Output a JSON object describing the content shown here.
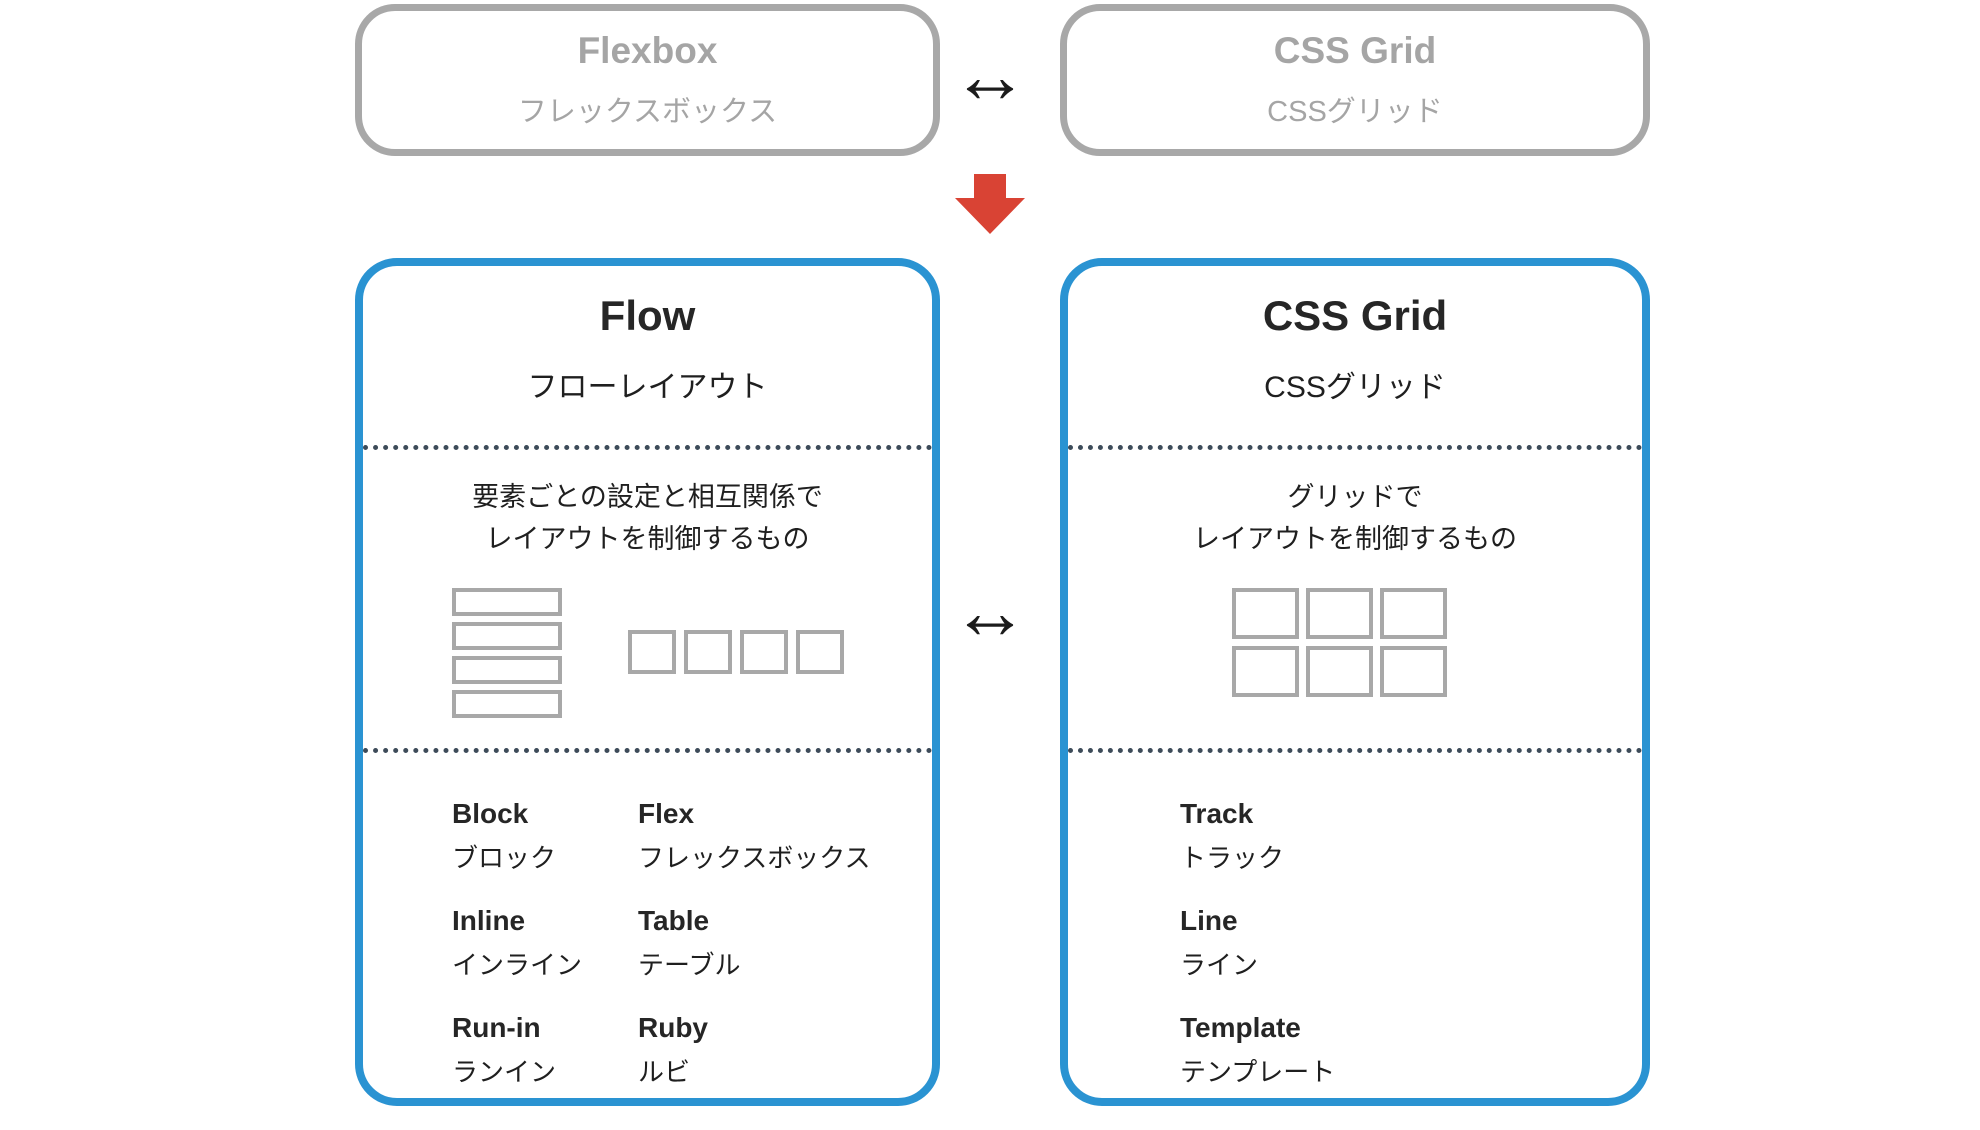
{
  "colors": {
    "blue_border": "#2a93d2",
    "gray_border": "#a8a8a8",
    "gray_text": "#a5a5a5",
    "dark_text": "#262626",
    "red_arrow": "#d94334",
    "dot_divider": "#3d4b59"
  },
  "icons": {
    "top_arrow": "left-right-arrow",
    "middle_arrow": "left-right-arrow",
    "down_arrow": "red-down-arrow",
    "flow_block_diagram": "stacked-rows",
    "flow_inline_diagram": "inline-squares",
    "grid_diagram": "grid-3x2"
  },
  "top": {
    "flexbox_pill": {
      "title": "Flexbox",
      "subtitle": "フレックスボックス"
    },
    "cssgrid_pill": {
      "title": "CSS Grid",
      "subtitle": "CSSグリッド"
    },
    "h_arrow": "↔"
  },
  "middle_arrow": "↔",
  "flow_card": {
    "title": "Flow",
    "subtitle": "フローレイアウト",
    "description_line1": "要素ごとの設定と相互関係で",
    "description_line2": "レイアウトを制御するもの",
    "terms": [
      {
        "en": "Block",
        "ja": "ブロック"
      },
      {
        "en": "Flex",
        "ja": "フレックスボックス"
      },
      {
        "en": "Inline",
        "ja": "インライン"
      },
      {
        "en": "Table",
        "ja": "テーブル"
      },
      {
        "en": "Run-in",
        "ja": "ランイン"
      },
      {
        "en": "Ruby",
        "ja": "ルビ"
      }
    ]
  },
  "grid_card": {
    "title": "CSS Grid",
    "subtitle": "CSSグリッド",
    "description_line1": "グリッドで",
    "description_line2": "レイアウトを制御するもの",
    "terms": [
      {
        "en": "Track",
        "ja": "トラック"
      },
      {
        "en": "Line",
        "ja": "ライン"
      },
      {
        "en": "Template",
        "ja": "テンプレート"
      }
    ]
  }
}
